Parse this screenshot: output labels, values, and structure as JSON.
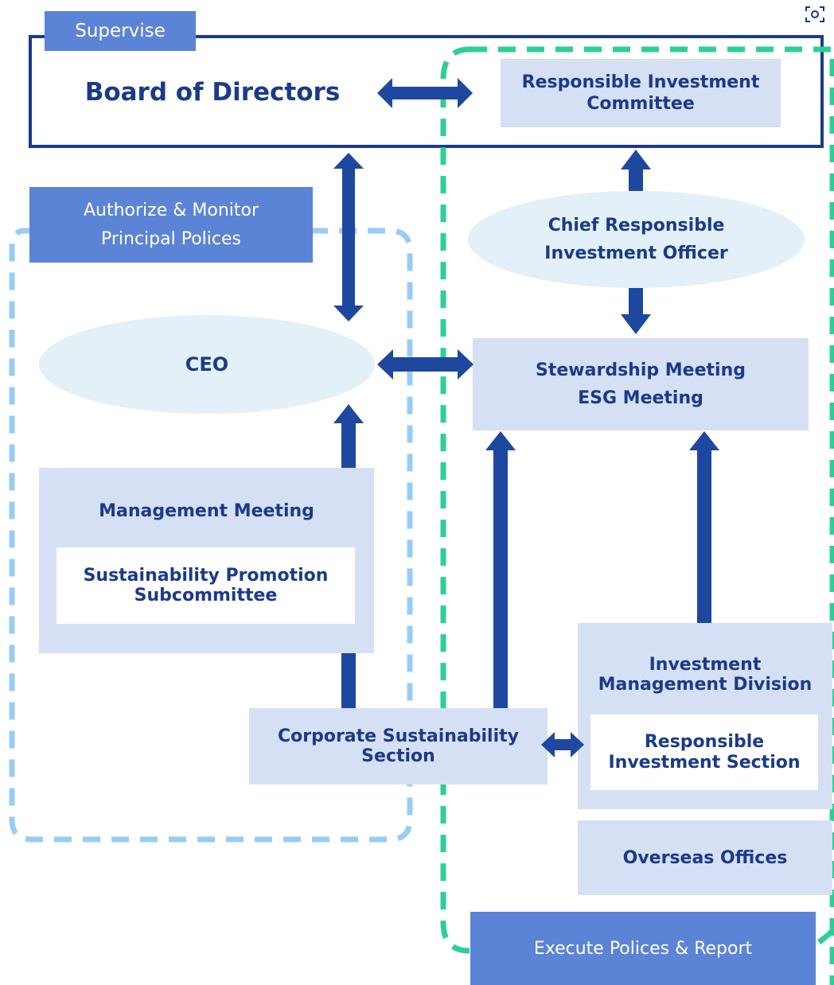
{
  "labels": {
    "supervise": "Supervise",
    "authorize": "Authorize & Monitor\nPrincipal Polices",
    "execute": "Execute Polices & Report"
  },
  "nodes": {
    "board": "Board of Directors",
    "ri_committee": "Responsible Investment\nCommittee",
    "crio": "Chief Responsible\nInvestment Officer",
    "ceo": "CEO",
    "stewardship": "Stewardship Meeting\nESG Meeting",
    "management_meeting": "Management Meeting",
    "sustainability_sub": "Sustainability Promotion\nSubcommittee",
    "corporate_sustainability": "Corporate Sustainability\nSection",
    "imd": "Investment\nManagement Division",
    "ri_section": "Responsible\nInvestment Section",
    "overseas": "Overseas Offices"
  },
  "icons": {
    "corner": "screenshot-capture-icon"
  },
  "colors": {
    "dark_blue": "#1a3a8a",
    "arrow": "#1e47a0",
    "tag_blue": "#5b84d6",
    "light_box": "#d6e0f4",
    "ellipse": "#e3f0f8",
    "light_dash": "#99ccf5",
    "green_dash": "#2ecf96"
  }
}
